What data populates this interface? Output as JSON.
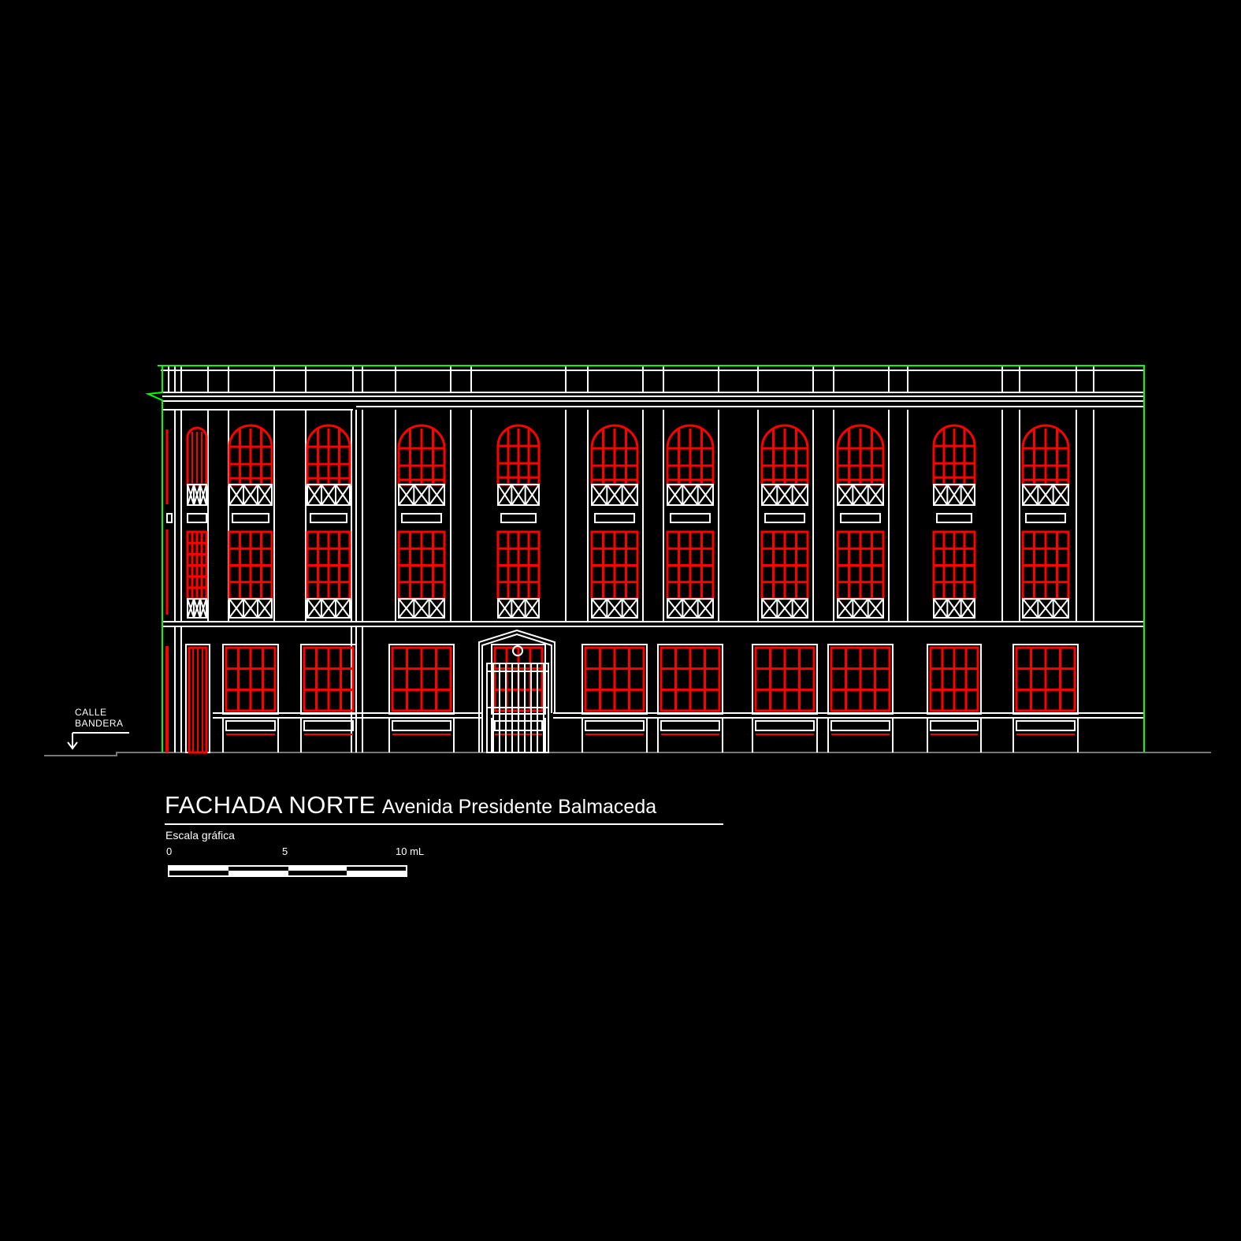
{
  "drawing": {
    "title": "FACHADA NORTE",
    "subtitle": "Avenida Presidente Balmaceda",
    "street_label_line1": "CALLE",
    "street_label_line2": "BANDERA",
    "scale": {
      "label": "Escala gráfica",
      "ticks": [
        "0",
        "5",
        "10 mL"
      ]
    }
  },
  "colors": {
    "background": "#000000",
    "lines": "#ffffff",
    "windows": "#ff0000",
    "outline": "#00ff00"
  },
  "facade": {
    "upper_window_bays": 10,
    "ground_floor_windows": 10,
    "ground_floor_entrance": 1,
    "floors": 3
  }
}
